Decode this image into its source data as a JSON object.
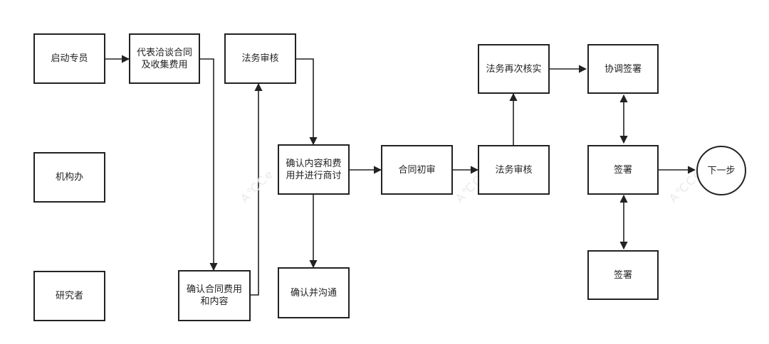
{
  "nodes": {
    "start_specialist": "启动专员",
    "institution_office": "机构办",
    "researcher": "研究者",
    "negotiate_contract": "代表洽谈合同\n及收集费用",
    "confirm_contract_fees": "确认合同费用\n和内容",
    "legal_review_top": "法务审核",
    "confirm_content_negotiate": "确认内容和费\n用并进行商讨",
    "confirm_communicate": "确认并沟通",
    "contract_preliminary_review": "合同初审",
    "legal_review_middle": "法务审核",
    "legal_recheck": "法务再次核实",
    "coordinate_signing": "协调签署",
    "signing_middle": "签署",
    "signing_bottom": "签署",
    "next_step": "下一步"
  },
  "watermarks": [
    "A℃Ce",
    "A℃Ce",
    "A℃Ce"
  ],
  "colors": {
    "line": "#222222",
    "watermark": "#e9e9e9"
  }
}
